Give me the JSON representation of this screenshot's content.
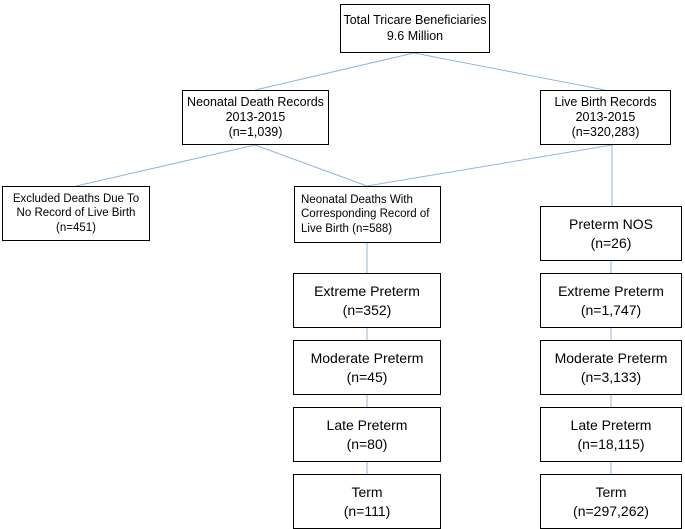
{
  "total": {
    "line1": "Total Tricare Beneficiaries",
    "line2": "9.6 Million"
  },
  "neonatal": {
    "line1": "Neonatal Death Records",
    "line2": "2013-2015",
    "line3": "(n=1,039)"
  },
  "live": {
    "line1": "Live Birth Records",
    "line2": "2013-2015",
    "line3": "(n=320,283)"
  },
  "excluded": {
    "line1": "Excluded Deaths Due To",
    "line2": "No Record of Live Birth",
    "line3": "(n=451)"
  },
  "corresponding": {
    "line1": "Neonatal Deaths With",
    "line2": "Corresponding Record of",
    "line3": "Live Birth (n=588)"
  },
  "left_chain": [
    {
      "label": "Extreme Preterm",
      "count": "(n=352)"
    },
    {
      "label": "Moderate Preterm",
      "count": "(n=45)"
    },
    {
      "label": "Late Preterm",
      "count": "(n=80)"
    },
    {
      "label": "Term",
      "count": "(n=111)"
    }
  ],
  "right_chain": [
    {
      "label": "Preterm NOS",
      "count": "(n=26)"
    },
    {
      "label": "Extreme Preterm",
      "count": "(n=1,747)"
    },
    {
      "label": "Moderate Preterm",
      "count": "(n=3,133)"
    },
    {
      "label": "Late Preterm",
      "count": "(n=18,115)"
    },
    {
      "label": "Term",
      "count": "(n=297,262)"
    }
  ],
  "colors": {
    "connector": "#8fb6df",
    "border": "#000000"
  }
}
